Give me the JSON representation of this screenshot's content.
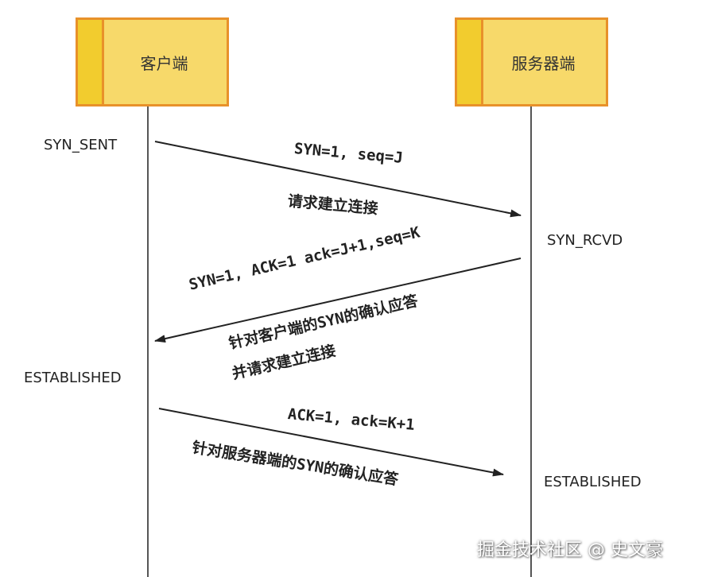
{
  "actors": {
    "client": "客户端",
    "server": "服务器端"
  },
  "states": {
    "client_syn_sent": "SYN_SENT",
    "server_syn_rcvd": "SYN_RCVD",
    "client_established": "ESTABLISHED",
    "server_established": "ESTABLISHED"
  },
  "messages": [
    {
      "top": "SYN=1, seq=J",
      "lines": [
        "请求建立连接"
      ]
    },
    {
      "top": "SYN=1, ACK=1  ack=J+1,seq=K",
      "lines": [
        "针对客户端的SYN的确认应答",
        "并请求建立连接"
      ]
    },
    {
      "top": "ACK=1, ack=K+1",
      "lines": [
        "针对服务器端的SYN的确认应答"
      ]
    }
  ],
  "watermark": "掘金技术社区 @ 史文豪",
  "colors": {
    "box_fill": "#f7d96a",
    "box_stripe": "#f2cc2e",
    "box_border": "#e8912a",
    "line": "#222222"
  }
}
